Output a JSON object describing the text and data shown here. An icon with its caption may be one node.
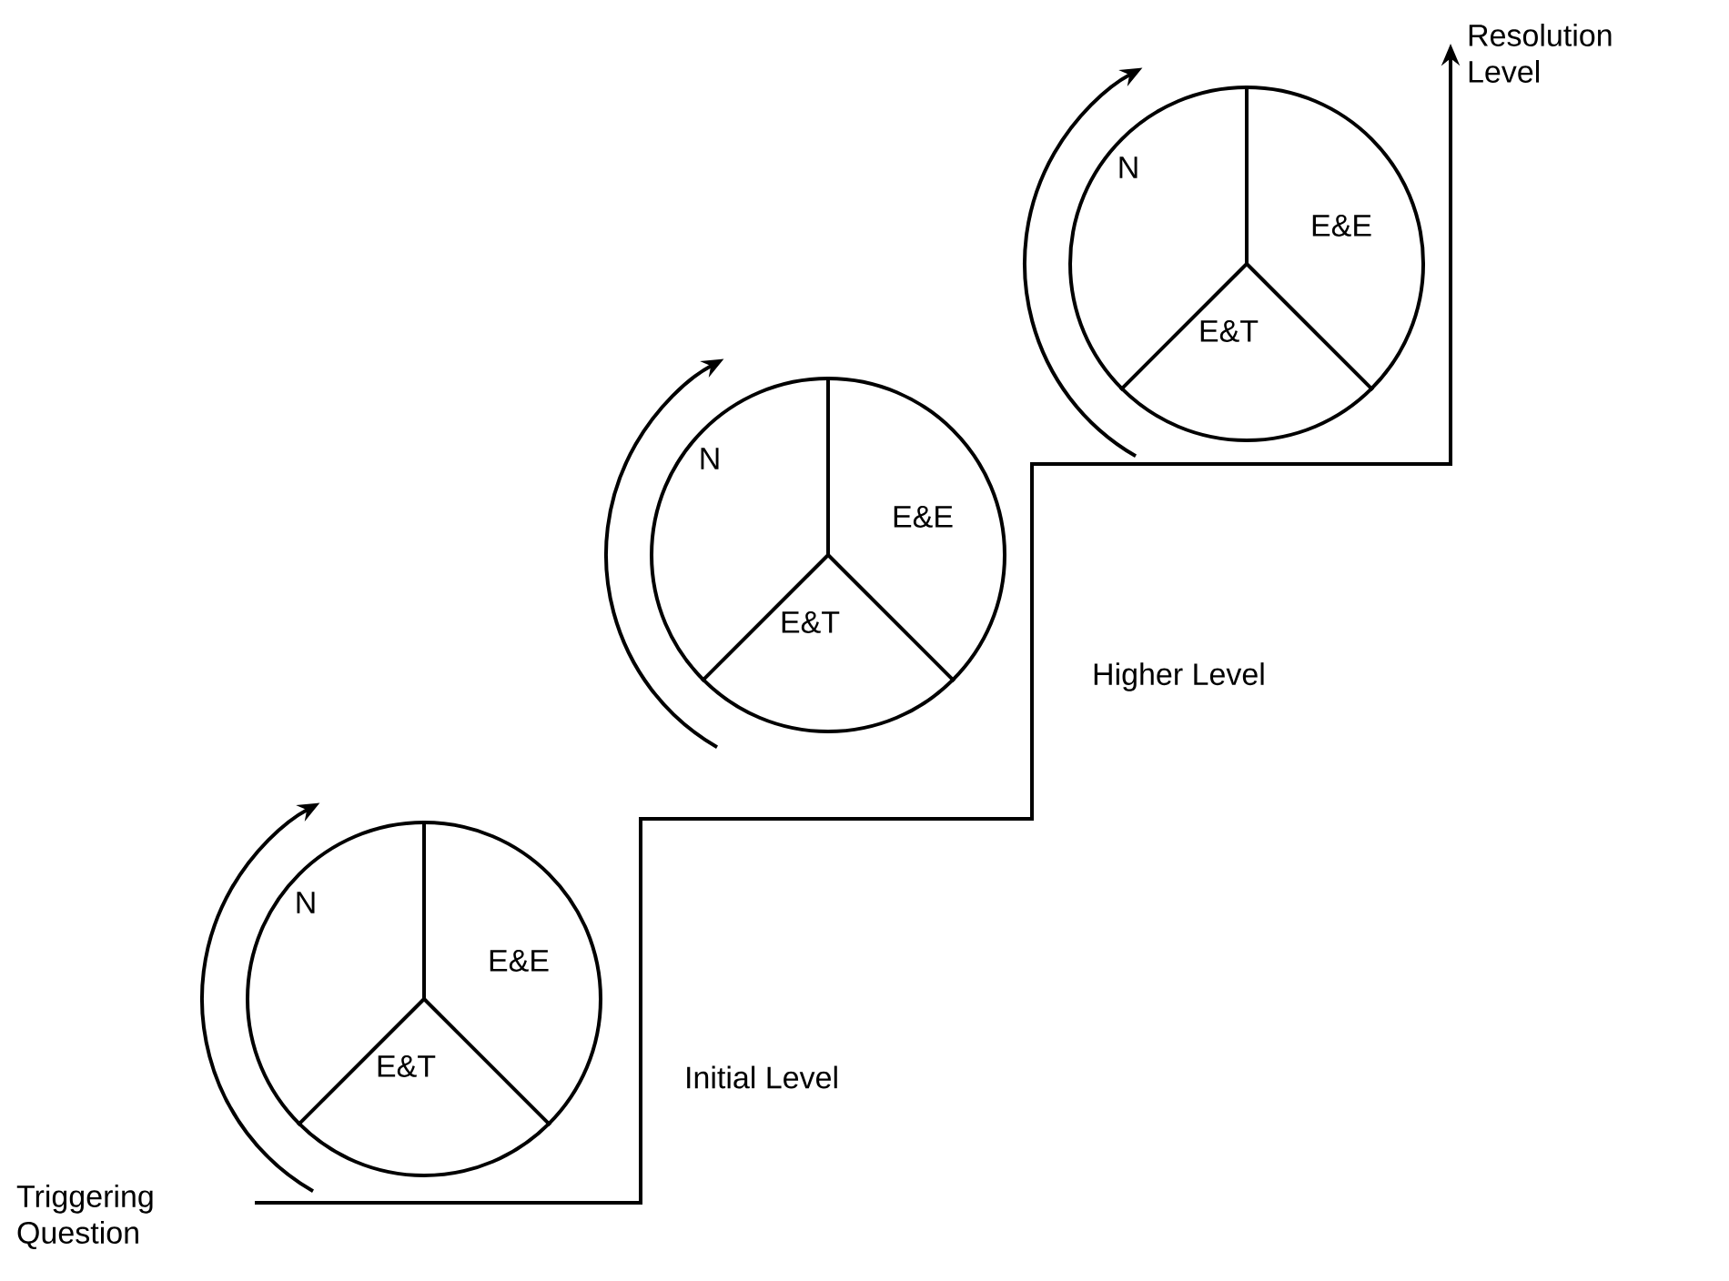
{
  "diagram": {
    "nodes": [
      {
        "text": [
          "Triggering Question"
        ]
      },
      {
        "text": [
          "N",
          "E&E",
          "E&T"
        ]
      },
      {
        "text": [
          "N",
          "E&E",
          "E&T"
        ]
      },
      {
        "text": [
          "N",
          "E&E",
          "E&T"
        ]
      },
      {
        "text": [
          "Resolution Level"
        ]
      }
    ],
    "edges": [
      {
        "from": 0,
        "to": 4,
        "arrow": "to"
      }
    ],
    "labels": [
      "Initial Level",
      "Higher Level"
    ]
  }
}
